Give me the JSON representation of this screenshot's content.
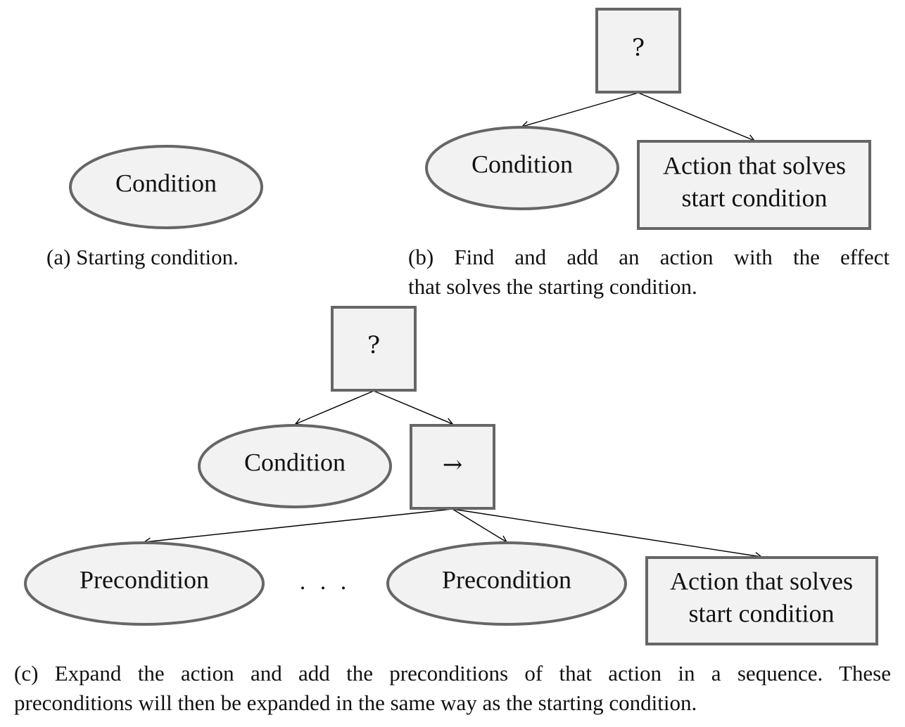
{
  "panel_a": {
    "condition_label": "Condition",
    "caption": "(a) Starting condition."
  },
  "panel_b": {
    "fallback_symbol": "?",
    "condition_label": "Condition",
    "action_label_line1": "Action that solves",
    "action_label_line2": "start condition",
    "caption_line1": "(b) Find and add an action with the effect",
    "caption_line2": "that solves the starting condition."
  },
  "panel_c": {
    "fallback_symbol": "?",
    "condition_label": "Condition",
    "sequence_symbol": "→",
    "precondition_label_1": "Precondition",
    "ellipsis": ". . .",
    "precondition_label_2": "Precondition",
    "action_label_line1": "Action that solves",
    "action_label_line2": "start condition",
    "caption_line1": "(c) Expand the action and add the preconditions of that action in a sequence. These",
    "caption_line2": "preconditions will then be expanded in the same way as the starting condition."
  },
  "colors": {
    "node_fill": "#f2f2f2",
    "node_stroke": "#666666",
    "edge": "#000000",
    "text": "#111111"
  }
}
